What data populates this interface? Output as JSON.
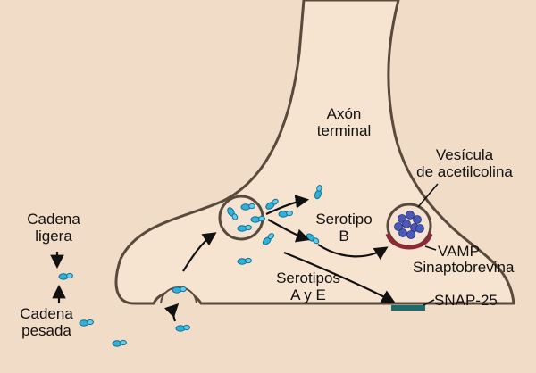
{
  "labels": {
    "axon_line1": "Axón",
    "axon_line2": "terminal",
    "vesicle_line1": "Vesícula",
    "vesicle_line2": "de acetilcolina",
    "light_line1": "Cadena",
    "light_line2": "ligera",
    "heavy_line1": "Cadena",
    "heavy_line2": "pesada",
    "serotype_b_line1": "Serotipo",
    "serotype_b_line2": "B",
    "serotypes_ae_line1": "Serotipos",
    "serotypes_ae_line2": "A y E",
    "vamp": "VAMP",
    "synaptobrevin": "Sinaptobrevina",
    "snap25": "SNAP-25"
  },
  "colors": {
    "background": "#f1dcc8",
    "axon_fill": "#f6e4d0",
    "membrane": "#5a4a3c",
    "toxin": "#2fb1d8",
    "toxin_dark": "#0f6f94",
    "acetylcholine": "#4a58b8",
    "vamp": "#8a2a36",
    "snap25": "#1f6b6b"
  },
  "icons": [
    "toxin-molecule-icon",
    "acetylcholine-granule-icon",
    "arrow-icon"
  ]
}
